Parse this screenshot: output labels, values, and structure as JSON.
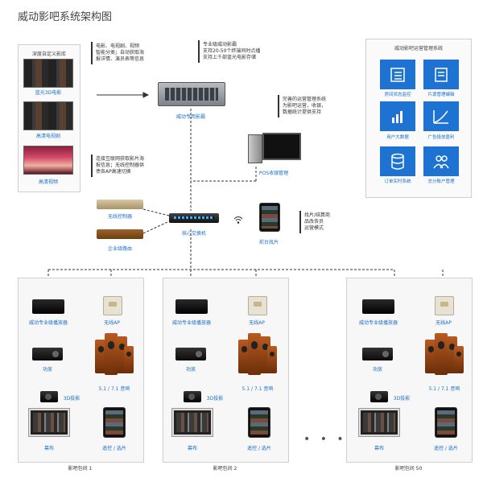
{
  "title": "威动影吧系统架构图",
  "library": {
    "title": "深度自定义影库",
    "items": [
      {
        "label": "蓝光3D电影"
      },
      {
        "label": "高清电视剧"
      },
      {
        "label": "高清视频"
      }
    ]
  },
  "notes": {
    "library_desc": "电影、电视剧、视频\n智能分类；自动获取海\n报详情、演员表等信息",
    "server_desc": "专业级威动影霸\n支持20-50个终端同时点播\n支持上千部蓝光电影存储",
    "mgmt_desc": "完善的运营管理系统\n为影吧运营，收银，\n数据统计提供支持",
    "wireless_desc": "连接互联网获取影片海\n报信息；无线控制器供\n债各AP高速切换",
    "tablet_desc": "找片/结算商\n品改各员\n运营模式"
  },
  "server": {
    "label": "威动专用影霸"
  },
  "pos": {
    "label": "POS收银管理"
  },
  "devices": {
    "wireless_controller": "无线控制器",
    "enterprise_router": "企业级路由",
    "core_switch": "核心交换机",
    "front_tablet": "前台找片"
  },
  "management": {
    "title": "威动影吧运营管理系统",
    "items": [
      {
        "label": "房间状态监控",
        "icon": "checklist-icon"
      },
      {
        "label": "片源管理编辑",
        "icon": "document-icon"
      },
      {
        "label": "用户大数据",
        "icon": "bar-chart-icon"
      },
      {
        "label": "广告投放盈利",
        "icon": "growth-curve-icon"
      },
      {
        "label": "订单实时系统",
        "icon": "database-icon"
      },
      {
        "label": "总分账户管理",
        "icon": "users-icon"
      }
    ]
  },
  "rooms": [
    {
      "name": "影吧包间 1"
    },
    {
      "name": "影吧包间 2"
    },
    {
      "name": "影吧包间 50"
    }
  ],
  "room_devices": {
    "player": "威动专业级播放器",
    "ap": "无线AP",
    "amp": "功放",
    "speakers": "5.1 / 7.1 音响",
    "projector": "3D投影",
    "screen": "幕布",
    "remote": "遥控 / 选片"
  },
  "ellipsis": "• • •"
}
